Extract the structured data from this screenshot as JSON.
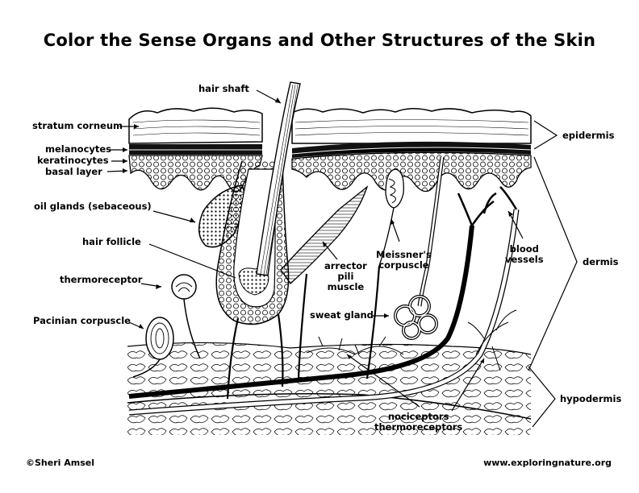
{
  "title": "Color the Sense Organs and Other Structures of the Skin",
  "labels": {
    "hair_shaft": "hair shaft",
    "stratum_corneum": "stratum corneum",
    "melanocytes": "melanocytes",
    "keratinocytes": "keratinocytes",
    "basal_layer": "basal layer",
    "oil_glands": "oil glands (sebaceous)",
    "hair_follicle": "hair follicle",
    "thermoreceptor": "thermoreceptor",
    "pacinian_corpuscle": "Pacinian corpuscle",
    "meissners_corpuscle": "Meissner's\ncorpuscle",
    "arrector_pili_muscle": "arrector\npili\nmuscle",
    "sweat_gland": "sweat gland",
    "blood_vessels": "blood\nvessels",
    "nociceptors_thermoreceptors": "nociceptors\nthermoreceptors",
    "epidermis": "epidermis",
    "dermis": "dermis",
    "hypodermis": "hypodermis"
  },
  "footer": {
    "credit": "©Sheri Amsel",
    "website": "www.exploringnature.org"
  }
}
